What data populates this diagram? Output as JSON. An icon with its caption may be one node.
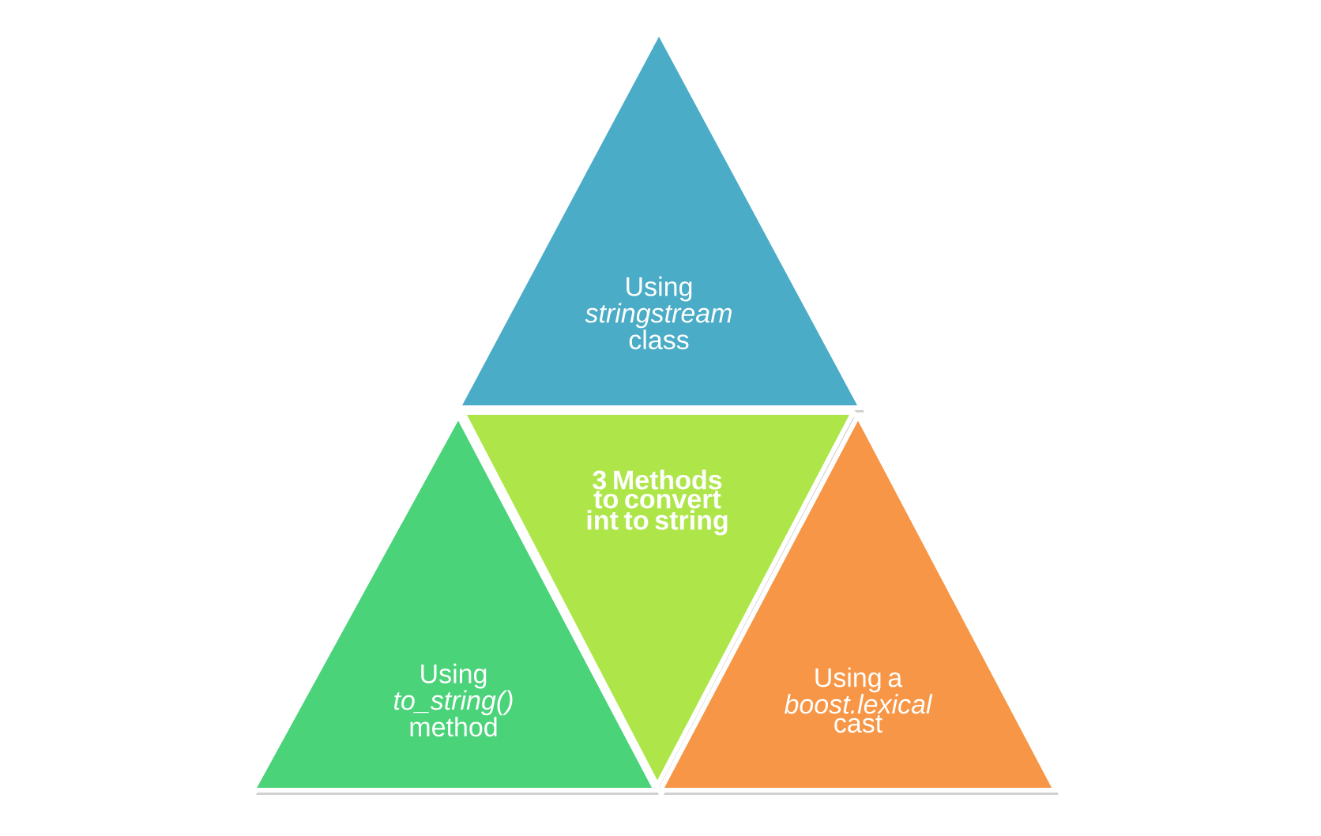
{
  "diagram": {
    "nodes": [
      {
        "text": [
          "Using *stringstream* class"
        ]
      },
      {
        "text": [
          "3 Methods to convert int to string"
        ]
      },
      {
        "text": [
          "Using *to_string()* method"
        ]
      },
      {
        "text": [
          "Using a *boost.lexical* cast"
        ]
      }
    ]
  }
}
